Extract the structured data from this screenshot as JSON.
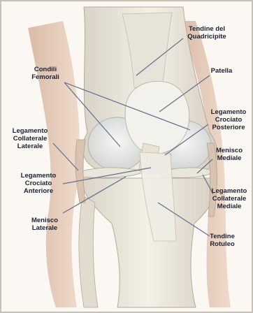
{
  "labels": {
    "tendine_quadricipite": "Tendine del\nQuadricipite",
    "patella": "Patella",
    "condili_femorali": "Condili\nFemorali",
    "legamento_crociato_posteriore": "Legamento\nCrociato\nPosteriore",
    "legamento_collaterale_laterale": "Legamento\nCollaterale\nLaterale",
    "menisco_mediale": "Menisco\nMediale",
    "legamento_crociato_anteriore": "Legamento\nCrociato\nAnteriore",
    "legamento_collaterale_mediale": "Legamento\nCollaterale\nMediale",
    "menisco_laterale": "Menisco\nLaterale",
    "tendine_rotuleo": "Tendine\nRotuleo"
  },
  "colors": {
    "leader_line": "#5c6f8f",
    "bone": "#efe9dc",
    "tissue": "#d9b79e"
  }
}
